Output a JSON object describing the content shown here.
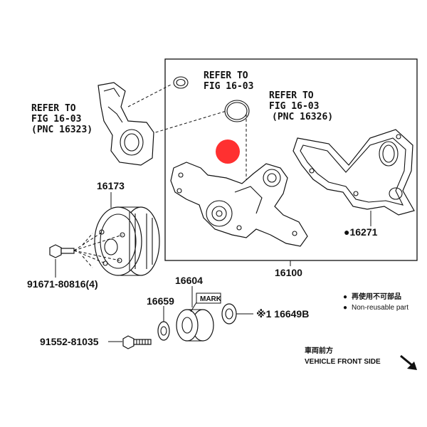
{
  "colors": {
    "ink": "#111111",
    "marker": "#ff1a1a",
    "background": "#ffffff"
  },
  "refs": [
    {
      "line1": "REFER TO",
      "line2": "FIG 16-03",
      "line3": ""
    },
    {
      "line1": "REFER TO",
      "line2": "FIG 16-03",
      "line3": "(PNC 16326)"
    },
    {
      "line1": "REFER TO",
      "line2": "FIG 16-03",
      "line3": "(PNC 16323)"
    }
  ],
  "parts": {
    "pulley": "16173",
    "bolt_pulley": "91671-80816(4)",
    "gasket": "●16271",
    "assembly": "16100",
    "idler": "16604",
    "washer": "16659",
    "plate": "※1 16649B",
    "bolt_idler": "91552-81035"
  },
  "mark_label": "MARK",
  "legend": [
    {
      "bullet": "●",
      "text": "再使用不可部品"
    },
    {
      "bullet": "●",
      "text": "Non-reusable part"
    }
  ],
  "direction": {
    "jp": "車両前方",
    "en": "VEHICLE FRONT SIDE"
  }
}
